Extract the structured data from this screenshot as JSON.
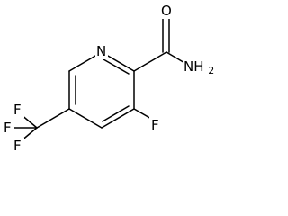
{
  "molecule": {
    "atoms": {
      "ring_nitrogen": "N",
      "carbonyl_oxygen": "O",
      "amide_nh": "NH",
      "amide_h_subscript": "2",
      "ring_fluorine": "F",
      "cf3_fluorine_top": "F",
      "cf3_fluorine_left": "F",
      "cf3_fluorine_bottom": "F"
    }
  }
}
